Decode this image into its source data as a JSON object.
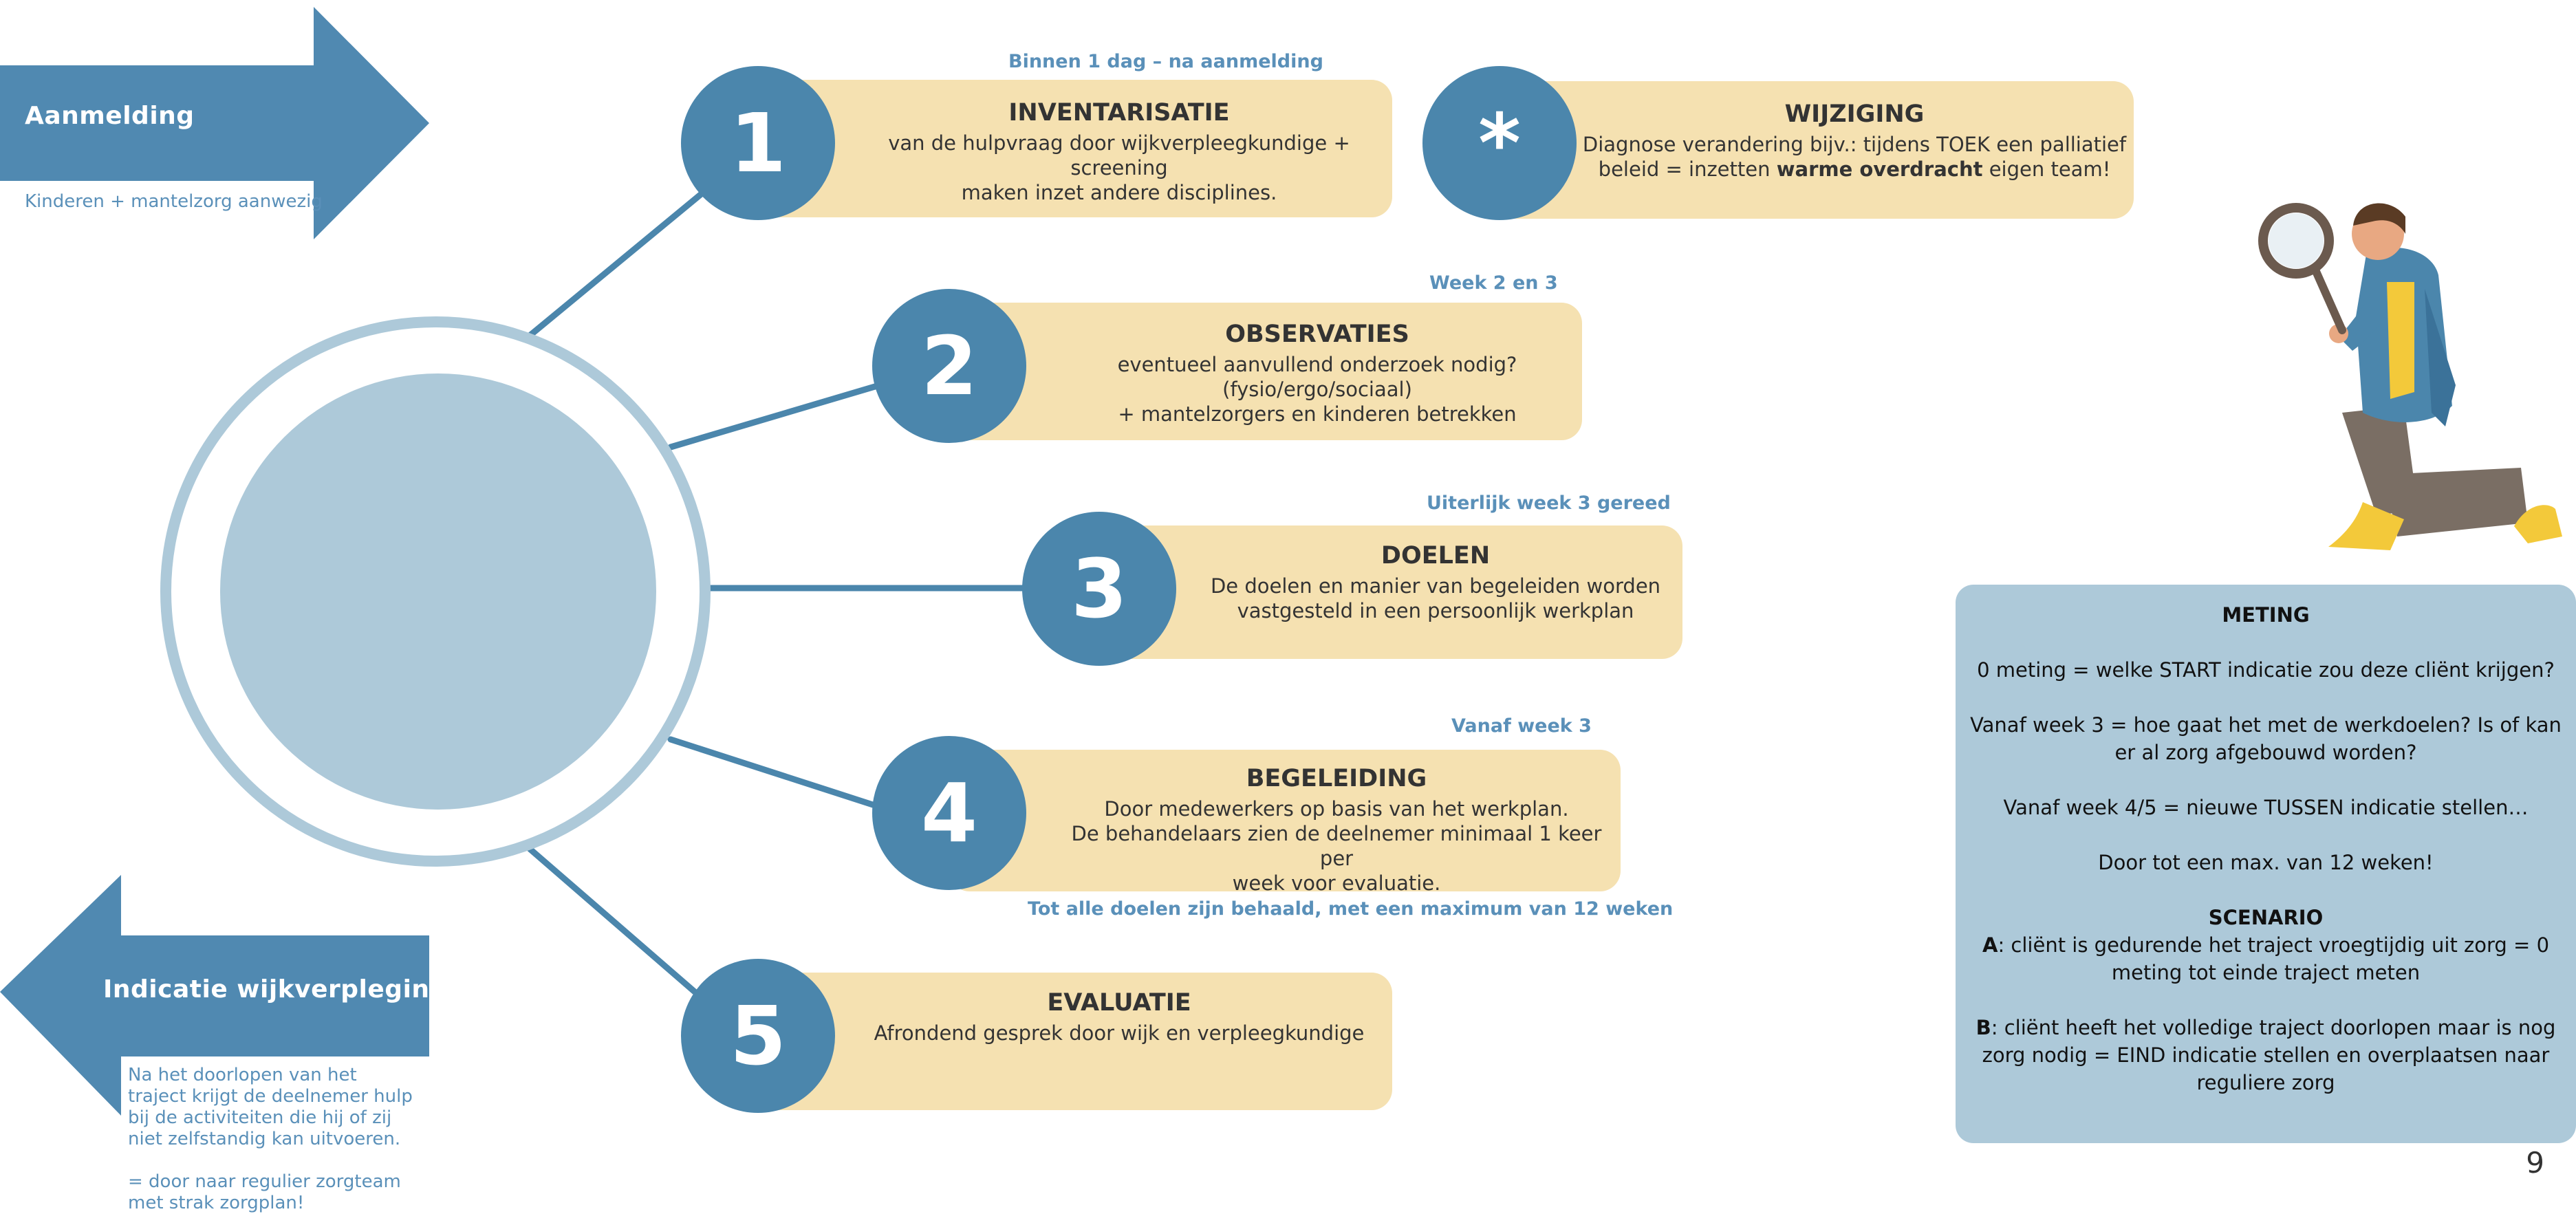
{
  "aanmelding": {
    "title": "Aanmelding",
    "subtitle": "Kinderen + mantelzorg aanwezig"
  },
  "indicatie": {
    "title": "Indicatie wijkverpleging",
    "text1": "Na het doorlopen van het traject krijgt de deelnemer hulp bij de activiteiten die hij of zij niet zelfstandig kan uitvoeren.",
    "text2": "= door naar regulier zorgteam met strak zorgplan!"
  },
  "steps": [
    {
      "number": "1",
      "title": "INVENTARISATIE",
      "lines": [
        "van de hulpvraag door wijkverpleegkundige + screening",
        "maken inzet andere disciplines."
      ],
      "timing": "Binnen 1 dag – na aanmelding"
    },
    {
      "number": "2",
      "title": "OBSERVATIES",
      "lines": [
        "eventueel aanvullend onderzoek nodig?",
        "(fysio/ergo/sociaal)",
        "+ mantelzorgers en kinderen betrekken"
      ],
      "timing": "Week 2 en 3"
    },
    {
      "number": "3",
      "title": "DOELEN",
      "lines": [
        "De doelen en manier van begeleiden worden",
        "vastgesteld in een persoonlijk werkplan"
      ],
      "timing": "Uiterlijk week 3 gereed"
    },
    {
      "number": "4",
      "title": "BEGELEIDING",
      "lines": [
        "Door medewerkers op basis van het werkplan.",
        "De behandelaars zien de deelnemer minimaal 1 keer per",
        "week voor evaluatie."
      ],
      "timing": "Vanaf week 3",
      "timing_below": "Tot alle doelen zijn behaald, met een maximum van 12 weken"
    },
    {
      "number": "5",
      "title": "EVALUATIE",
      "lines": [
        "Afrondend gesprek door wijk en verpleegkundige"
      ]
    }
  ],
  "wijziging": {
    "symbol": "*",
    "title": "WIJZIGING",
    "line1": "Diagnose verandering bijv.: tijdens TOEK een palliatief",
    "line2_pre": "beleid = inzetten ",
    "line2_bold": "warme overdracht",
    "line2_post": " eigen team!"
  },
  "meting": {
    "title": "METING",
    "p1": "0 meting = welke START indicatie zou deze cliënt krijgen?",
    "p2": "Vanaf week 3 = hoe gaat het met de werkdoelen? Is of kan er al zorg afgebouwd worden?",
    "p3": "Vanaf week 4/5 = nieuwe TUSSEN indicatie stellen…",
    "p4": "Door tot een max. van 12 weken!",
    "scenario_title": "SCENARIO",
    "a_label": "A",
    "a_text": ": cliënt is gedurende het traject vroegtijdig uit zorg = 0 meting tot einde traject meten",
    "b_label": "B",
    "b_text": ": cliënt heeft het volledige traject doorlopen maar is nog zorg nodig = EIND indicatie stellen en overplaatsen naar reguliere zorg"
  },
  "page_number": "9"
}
